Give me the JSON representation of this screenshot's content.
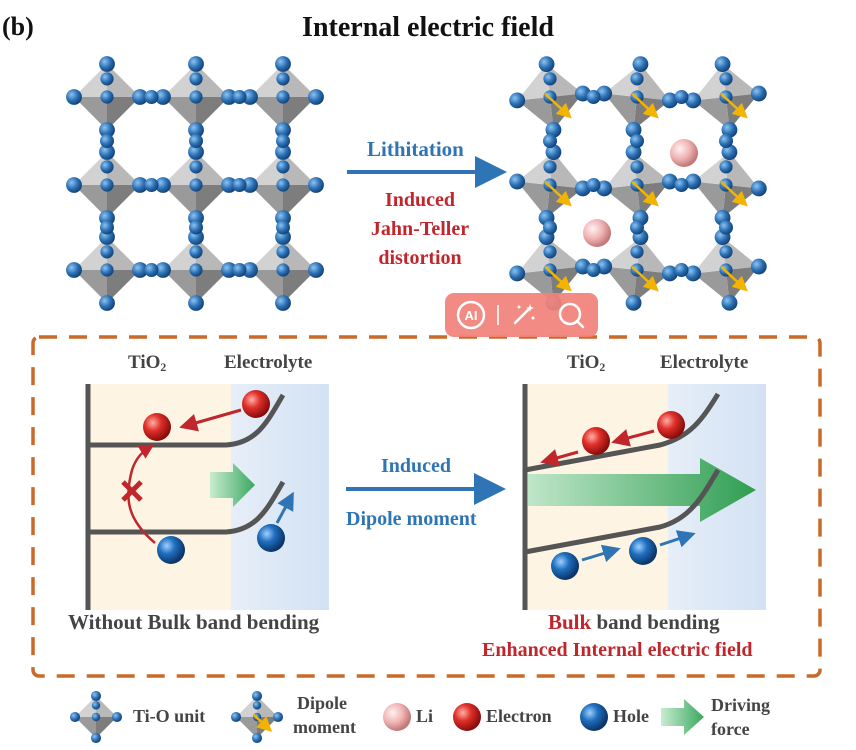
{
  "panel_label": "(b)",
  "title": "Internal electric field",
  "top_arrow": {
    "label": "Lithitation",
    "caption_lines": [
      "Induced",
      "Jahn-Teller",
      "distortion"
    ]
  },
  "left_panel": {
    "region_left": "TiO",
    "region_left_sub": "2",
    "region_right": "Electrolyte",
    "caption": "Without Bulk band bending"
  },
  "middle_arrow": {
    "label_top": "Induced",
    "label_bottom": "Dipole moment"
  },
  "right_panel": {
    "region_left": "TiO",
    "region_left_sub": "2",
    "region_right": "Electrolyte",
    "caption_bold_red": "Bulk",
    "caption_rest": " band bending",
    "caption_line2": "Enhanced Internal electric field"
  },
  "legend": {
    "items": [
      {
        "label": "Ti-O unit",
        "icon": "ti-o-unit-icon"
      },
      {
        "label_lines": [
          "Dipole",
          "moment"
        ],
        "icon": "dipole-moment-icon"
      },
      {
        "label": "Li",
        "icon": "li-ion-icon"
      },
      {
        "label": "Electron",
        "icon": "electron-icon"
      },
      {
        "label": "Hole",
        "icon": "hole-icon"
      },
      {
        "label_lines": [
          "Driving",
          "force"
        ],
        "icon": "driving-force-arrow-icon"
      }
    ]
  },
  "overlay_toolbar": {
    "ai_label": "AI",
    "icons": [
      "ai-icon",
      "magic-wand-icon",
      "search-icon"
    ]
  },
  "colors": {
    "accent_blue": "#2f74b5",
    "accent_red": "#c0262c",
    "dashed_frame": "#c96a2a",
    "toolbar": "#f2837a",
    "electron": "#d42a2a",
    "hole": "#1f6fbf",
    "li": "#efb3b3",
    "octahedron": "#8f8f8f",
    "oxygen": "#2b6fb3",
    "dipole_arrow": "#f2b400",
    "driving_force": "#3aa860",
    "tio2_region": "#fdf4e3",
    "electrolyte_region": "#d9e6f4"
  }
}
